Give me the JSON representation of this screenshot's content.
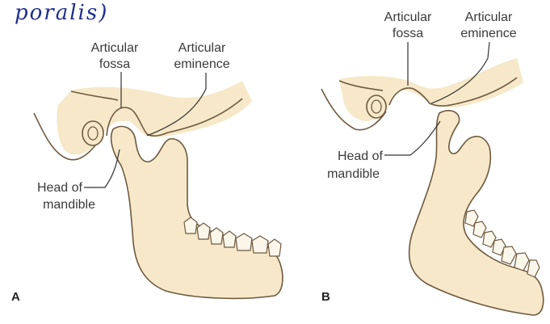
{
  "handwriting": "poralis)",
  "panels": {
    "a": {
      "letter": "A",
      "fossa_label": [
        "Articular",
        "fossa"
      ],
      "eminence_label": [
        "Articular",
        "eminence"
      ],
      "head_label": [
        "Head of",
        "mandible"
      ]
    },
    "b": {
      "letter": "B",
      "fossa_label": [
        "Articular",
        "fossa"
      ],
      "eminence_label": [
        "Articular",
        "eminence"
      ],
      "head_label": [
        "Head of",
        "mandible"
      ]
    }
  },
  "colors": {
    "bone_fill": "#f6e8c8",
    "outline": "#6e5a40",
    "handwriting_ink": "#1f2f8c"
  }
}
